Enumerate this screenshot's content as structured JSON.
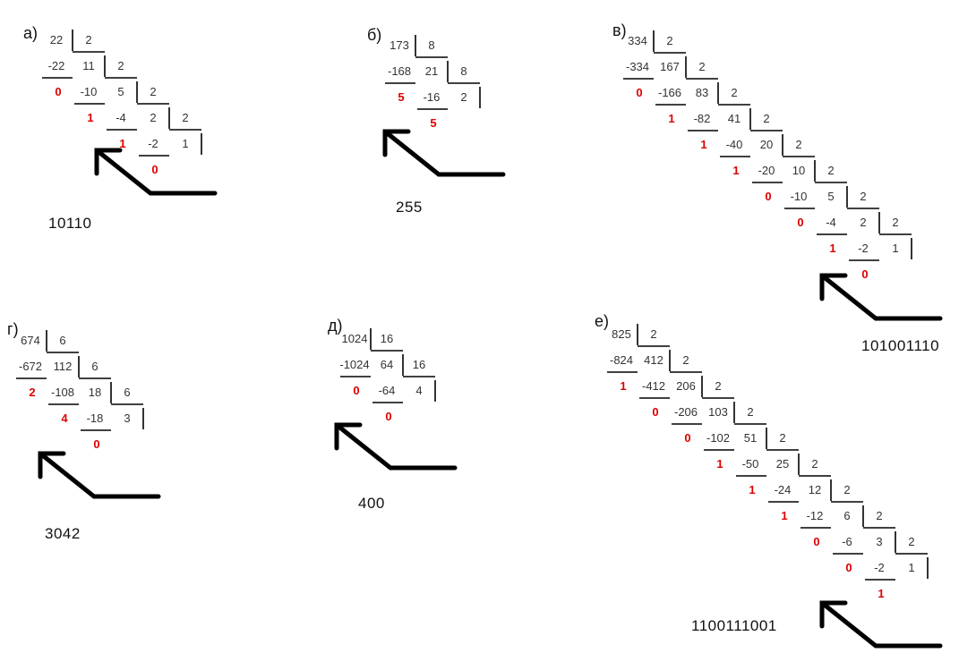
{
  "problems": [
    {
      "label": "а)",
      "result": "10110",
      "divisor": "2",
      "steps": [
        {
          "dividend": "22",
          "subtract": "-22",
          "quotient": "11",
          "remainder": "0"
        },
        {
          "dividend": "11",
          "subtract": "-10",
          "quotient": "5",
          "remainder": "1"
        },
        {
          "dividend": "5",
          "subtract": "-4",
          "quotient": "2",
          "remainder": "1"
        },
        {
          "dividend": "2",
          "subtract": "-2",
          "quotient": "1",
          "remainder": "0"
        }
      ]
    },
    {
      "label": "б)",
      "result": "255",
      "divisor": "8",
      "steps": [
        {
          "dividend": "173",
          "subtract": "-168",
          "quotient": "21",
          "remainder": "5"
        },
        {
          "dividend": "21",
          "subtract": "-16",
          "quotient": "2",
          "remainder": "5"
        }
      ]
    },
    {
      "label": "в)",
      "result": "101001110",
      "divisor": "2",
      "steps": [
        {
          "dividend": "334",
          "subtract": "-334",
          "quotient": "167",
          "remainder": "0"
        },
        {
          "dividend": "167",
          "subtract": "-166",
          "quotient": "83",
          "remainder": "1"
        },
        {
          "dividend": "83",
          "subtract": "-82",
          "quotient": "41",
          "remainder": "1"
        },
        {
          "dividend": "41",
          "subtract": "-40",
          "quotient": "20",
          "remainder": "1"
        },
        {
          "dividend": "20",
          "subtract": "-20",
          "quotient": "10",
          "remainder": "0"
        },
        {
          "dividend": "10",
          "subtract": "-10",
          "quotient": "5",
          "remainder": "0"
        },
        {
          "dividend": "5",
          "subtract": "-4",
          "quotient": "2",
          "remainder": "1"
        },
        {
          "dividend": "2",
          "subtract": "-2",
          "quotient": "1",
          "remainder": "0"
        }
      ]
    },
    {
      "label": "г)",
      "result": "3042",
      "divisor": "6",
      "steps": [
        {
          "dividend": "674",
          "subtract": "-672",
          "quotient": "112",
          "remainder": "2"
        },
        {
          "dividend": "112",
          "subtract": "-108",
          "quotient": "18",
          "remainder": "4"
        },
        {
          "dividend": "18",
          "subtract": "-18",
          "quotient": "3",
          "remainder": "0"
        }
      ]
    },
    {
      "label": "д)",
      "result": "400",
      "divisor": "16",
      "steps": [
        {
          "dividend": "1024",
          "subtract": "-1024",
          "quotient": "64",
          "remainder": "0"
        },
        {
          "dividend": "64",
          "subtract": "-64",
          "quotient": "4",
          "remainder": "0"
        }
      ]
    },
    {
      "label": "е)",
      "result": "1100111001",
      "divisor": "2",
      "steps": [
        {
          "dividend": "825",
          "subtract": "-824",
          "quotient": "412",
          "remainder": "1"
        },
        {
          "dividend": "412",
          "subtract": "-412",
          "quotient": "206",
          "remainder": "0"
        },
        {
          "dividend": "206",
          "subtract": "-206",
          "quotient": "103",
          "remainder": "0"
        },
        {
          "dividend": "103",
          "subtract": "-102",
          "quotient": "51",
          "remainder": "1"
        },
        {
          "dividend": "51",
          "subtract": "-50",
          "quotient": "25",
          "remainder": "1"
        },
        {
          "dividend": "25",
          "subtract": "-24",
          "quotient": "12",
          "remainder": "1"
        },
        {
          "dividend": "12",
          "subtract": "-12",
          "quotient": "6",
          "remainder": "0"
        },
        {
          "dividend": "6",
          "subtract": "-6",
          "quotient": "3",
          "remainder": "0"
        },
        {
          "dividend": "3",
          "subtract": "-2",
          "quotient": "1",
          "remainder": "1"
        }
      ]
    }
  ]
}
